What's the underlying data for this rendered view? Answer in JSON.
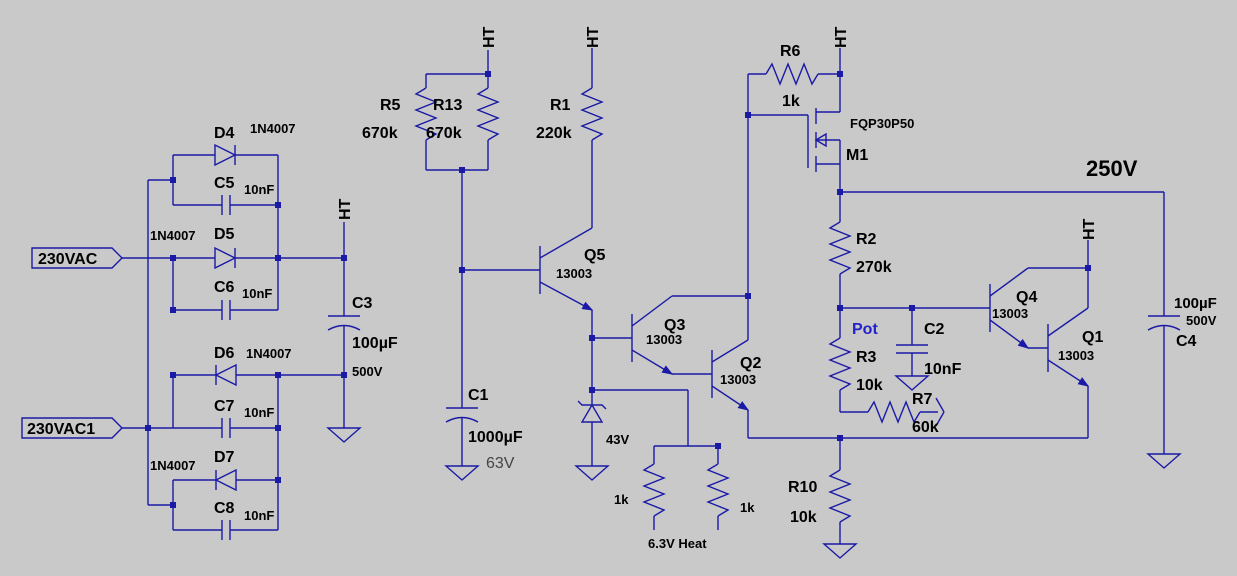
{
  "ports": {
    "in1": "230VAC",
    "in2": "230VAC1"
  },
  "rails": {
    "ht": "HT",
    "out": "250V"
  },
  "diodes": {
    "d4": {
      "name": "D4",
      "part": "1N4007"
    },
    "d5": {
      "name": "D5",
      "part": "1N4007"
    },
    "d6": {
      "name": "D6",
      "part": "1N4007"
    },
    "d7": {
      "name": "D7",
      "part": "1N4007"
    }
  },
  "caps": {
    "c5": {
      "name": "C5",
      "value": "10nF"
    },
    "c6": {
      "name": "C6",
      "value": "10nF"
    },
    "c7": {
      "name": "C7",
      "value": "10nF"
    },
    "c8": {
      "name": "C8",
      "value": "10nF"
    },
    "c3": {
      "name": "C3",
      "value": "100µF",
      "rating": "500V"
    },
    "c1": {
      "name": "C1",
      "value": "1000µF",
      "rating": "63V"
    },
    "c2": {
      "name": "C2",
      "value": "10nF"
    },
    "c4": {
      "name": "C4",
      "value": "100µF",
      "rating": "500V"
    }
  },
  "resistors": {
    "r5": {
      "name": "R5",
      "value": "670k"
    },
    "r13": {
      "name": "R13",
      "value": "670k"
    },
    "r1": {
      "name": "R1",
      "value": "220k"
    },
    "r6": {
      "name": "R6",
      "value": "1k"
    },
    "r2": {
      "name": "R2",
      "value": "270k"
    },
    "r3": {
      "name": "R3",
      "value": "10k"
    },
    "r7": {
      "name": "R7",
      "value": "60k"
    },
    "r10": {
      "name": "R10",
      "value": "10k"
    },
    "heat_left": {
      "value": "1k"
    },
    "heat_right": {
      "value": "1k"
    }
  },
  "transistors": {
    "q5": {
      "name": "Q5",
      "part": "13003"
    },
    "q3": {
      "name": "Q3",
      "part": "13003"
    },
    "q2": {
      "name": "Q2",
      "part": "13003"
    },
    "q4": {
      "name": "Q4",
      "part": "13003"
    },
    "q1": {
      "name": "Q1",
      "part": "13003"
    },
    "m1": {
      "name": "M1",
      "part": "FQP30P50"
    }
  },
  "zener": {
    "value": "43V"
  },
  "labels": {
    "heat": "6.3V Heat",
    "pot": "Pot"
  },
  "colors": {
    "background": "#c9c9c9",
    "wire": "#1a1aa6",
    "text": "#000000",
    "pot_label": "#2222cc"
  }
}
